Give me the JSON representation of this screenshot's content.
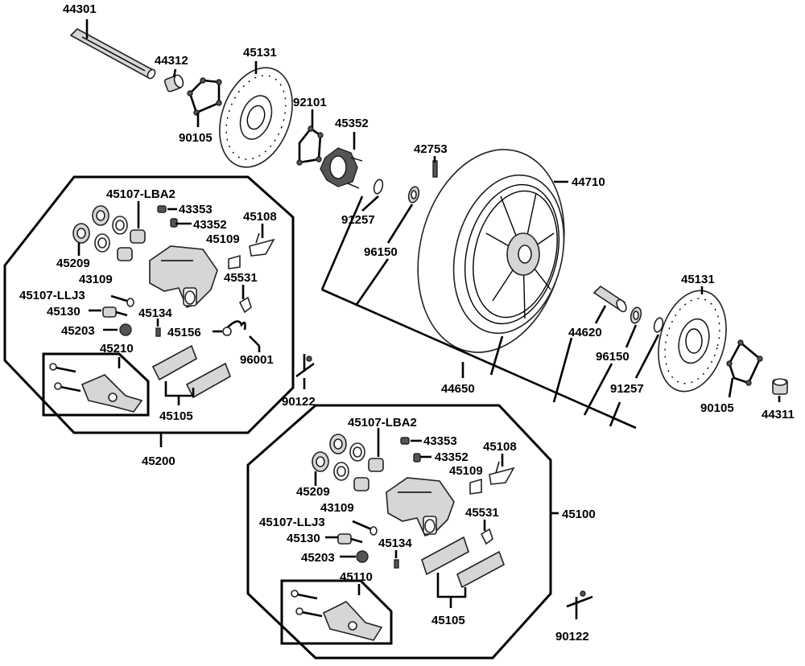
{
  "labels": {
    "p44301": "44301",
    "p44312": "44312",
    "p45131_top": "45131",
    "p90105_top": "90105",
    "p92101": "92101",
    "p45352": "45352",
    "p42753": "42753",
    "p44710": "44710",
    "p91257_top": "91257",
    "p96150_top": "96150",
    "p44620": "44620",
    "p96150_bot": "96150",
    "p91257_bot": "91257",
    "p44650": "44650",
    "p45131_right": "45131",
    "p90105_right": "90105",
    "p44311": "44311",
    "p90122_mid": "90122",
    "p90122_bot": "90122",
    "L_45107LBA2": "45107-LBA2",
    "L_43353": "43353",
    "L_43352": "43352",
    "L_45108": "45108",
    "L_45109": "45109",
    "L_45209": "45209",
    "L_43109": "43109",
    "L_45531": "45531",
    "L_45107LLJ3": "45107-LLJ3",
    "L_45130": "45130",
    "L_45134": "45134",
    "L_45203": "45203",
    "L_45156": "45156",
    "L_96001": "96001",
    "L_45210": "45210",
    "L_45105": "45105",
    "L_45200": "45200",
    "R_45107LBA2": "45107-LBA2",
    "R_43353": "43353",
    "R_43352": "43352",
    "R_45108": "45108",
    "R_45109": "45109",
    "R_45209": "45209",
    "R_43109": "43109",
    "R_45531": "45531",
    "R_45107LLJ3": "45107-LLJ3",
    "R_45130": "45130",
    "R_45134": "45134",
    "R_45203": "45203",
    "R_45110": "45110",
    "R_45105": "45105",
    "R_45100": "45100"
  }
}
